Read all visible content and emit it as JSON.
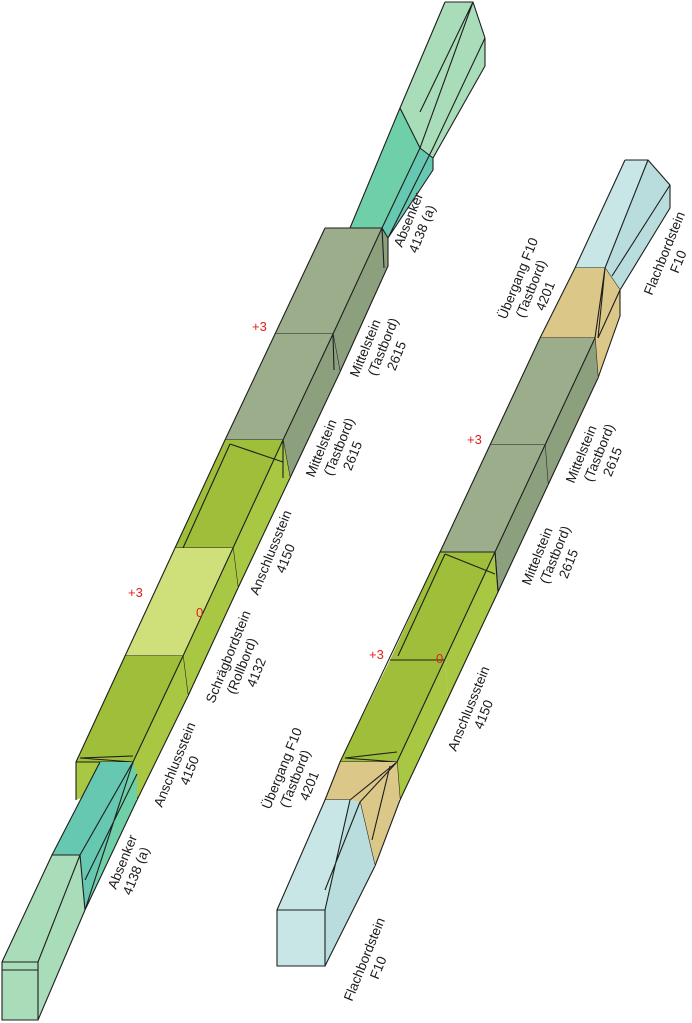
{
  "colors": {
    "absenker_light": "#a9dcb8",
    "absenker_dark": "#6fcfa9",
    "absenker_teal": "#67c8b2",
    "mittelstein_top": "#9cad8c",
    "mittelstein_side": "#8ca07e",
    "anschluss_top": "#9fbf3a",
    "anschluss_side": "#a8c844",
    "schraeg_top": "#cfe07b",
    "uebergang": "#dbc889",
    "flachbord_top": "#c7e6e5",
    "flachbord_side": "#b8dddc",
    "height_mark": "#e0201b"
  },
  "left_assembly": {
    "labels": {
      "absenker_top": [
        "Absenker",
        "4138 (a)"
      ],
      "mittelstein_1": [
        "Mittelstein",
        "(Tastbord)",
        "2615"
      ],
      "mittelstein_2": [
        "Mittelstein",
        "(Tastbord)",
        "2615"
      ],
      "anschluss_top": [
        "Anschlussstein",
        "4150"
      ],
      "schraegbord": [
        "Schrägbordstein",
        "(Rollbord)",
        "4132"
      ],
      "anschluss_bottom": [
        "Anschlussstein",
        "4150"
      ],
      "absenker_bottom": [
        "Absenker",
        "4138 (a)"
      ]
    },
    "marks": {
      "plus3_upper": "+3",
      "plus3_lower": "+3",
      "zero": "0"
    }
  },
  "right_assembly": {
    "labels": {
      "flachbord_top": [
        "Flachbordstein",
        "F10"
      ],
      "uebergang_top": [
        "Übergang F10",
        "(Tastbord)",
        "4201"
      ],
      "mittelstein_1": [
        "Mittelstein",
        "(Tastbord)",
        "2615"
      ],
      "mittelstein_2": [
        "Mittelstein",
        "(Tastbord)",
        "2615"
      ],
      "anschluss": [
        "Anschlussstein",
        "4150"
      ],
      "uebergang_bottom": [
        "Übergang F10",
        "(Tastbord)",
        "4201"
      ],
      "flachbord_bottom": [
        "Flachbordstein",
        "F10"
      ]
    },
    "marks": {
      "plus3_upper": "+3",
      "plus3_lower": "+3",
      "zero": "0"
    }
  }
}
